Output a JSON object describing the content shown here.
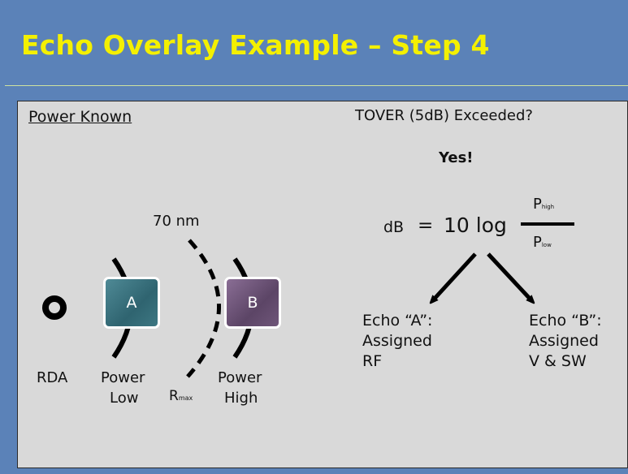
{
  "title": "Echo Overlay Example – Step 4",
  "panel": {
    "heading": "Power Known",
    "question": "TOVER (5dB) Exceeded?",
    "answer": "Yes!",
    "distance_label": "70 nm",
    "rda_label": "RDA",
    "power_low_line1": "Power",
    "power_low_line2": "Low",
    "power_high_line1": "Power",
    "power_high_line2": "High",
    "rmax_main": "R",
    "rmax_sub": "max",
    "echo_a_letter": "A",
    "echo_b_letter": "B",
    "formula": {
      "lhs": "dB",
      "equals": "=",
      "coef": "10 log",
      "num_main": "P",
      "num_sub": "high",
      "den_main": "P",
      "den_sub": "low"
    },
    "result_a": {
      "line1": "Echo “A”:",
      "line2": "Assigned",
      "line3": "RF"
    },
    "result_b": {
      "line1": "Echo “B”:",
      "line2": "Assigned",
      "line3": "V & SW"
    }
  },
  "colors": {
    "background": "#5b82b8",
    "title": "#f4f000",
    "panel": "#d9d9d9",
    "echo_a": "#2f6470",
    "echo_b": "#5c4566"
  }
}
